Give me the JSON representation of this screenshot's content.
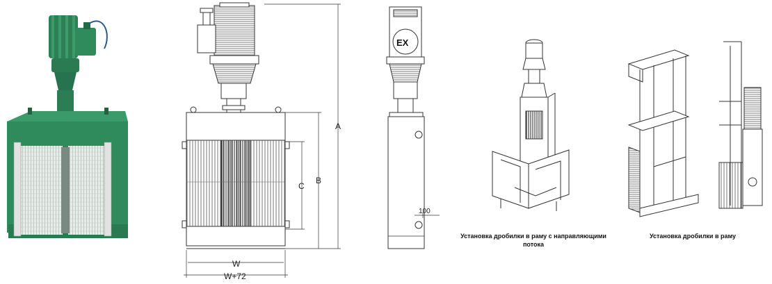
{
  "drawing": {
    "dimensions": {
      "a": "A",
      "b": "B",
      "c": "C",
      "w": "W",
      "w72": "W+72",
      "offset": "100"
    },
    "motor_label": "EX"
  },
  "captions": {
    "install_with_guides_line1": "Установка дробилки в раму с направляющими",
    "install_with_guides_line2": "потока",
    "install_in_frame": "Установка дробилки в раму"
  },
  "colors": {
    "machine_green": "#2f8a5c",
    "machine_dark": "#1f6b45",
    "line": "#333333"
  }
}
